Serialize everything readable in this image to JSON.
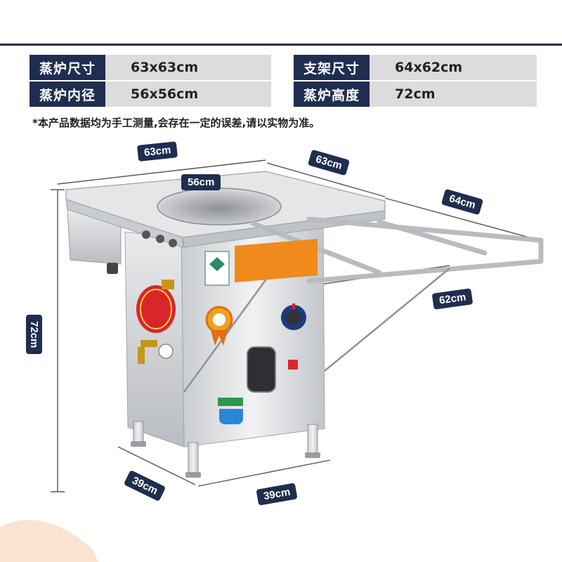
{
  "specs": [
    {
      "label": "蒸炉尺寸",
      "value": "63x63cm"
    },
    {
      "label": "支架尺寸",
      "value": "64x62cm"
    },
    {
      "label": "蒸炉内径",
      "value": "56x56cm"
    },
    {
      "label": "蒸炉高度",
      "value": "72cm"
    }
  ],
  "note": "*本产品数据均为手工测量,会存在一定的误差,请以实物为准。",
  "dimensions": {
    "top_left_width": "63cm",
    "inner_diameter": "56cm",
    "top_depth": "63cm",
    "rack_length": "64cm",
    "rack_depth": "62cm",
    "height": "72cm",
    "base_depth": "39cm",
    "base_width": "39cm"
  },
  "colors": {
    "navy": "#1f2d50",
    "steel": "#d7d9dc",
    "orange": "#f08a1c",
    "red": "#d8262b",
    "blue_button": "#2a86d8"
  }
}
